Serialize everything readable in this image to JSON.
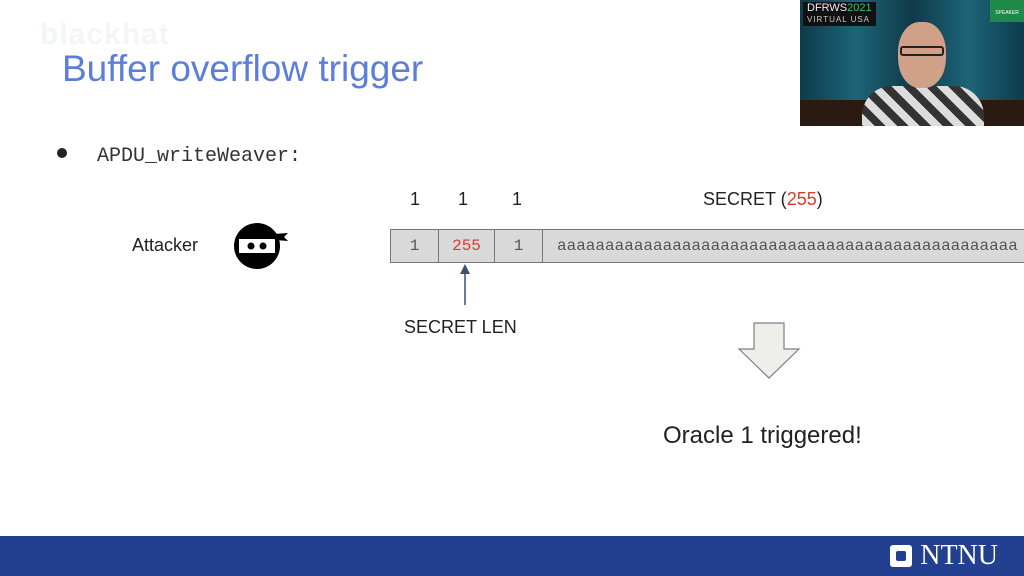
{
  "slide": {
    "watermark": "blackhat",
    "title": "Buffer overflow trigger",
    "bullet": "APDU_writeWeaver:",
    "field_sizes": [
      "1",
      "1",
      "1"
    ],
    "secret_header": {
      "label": "SECRET (",
      "value": "255",
      "close": ")"
    },
    "attacker_label": "Attacker",
    "cells": [
      "1",
      "255",
      "1",
      "aaaaaaaaaaaaaaaaaaaaaaaaaaaaaaaaaaaaaaaaaaaaaaaa"
    ],
    "secret_len_label": "SECRET LEN",
    "result": "Oracle 1 triggered!",
    "footer_logo": "NTNU"
  },
  "webcam": {
    "event": "DFRWS",
    "year": "2021",
    "subtitle": "VIRTUAL USA",
    "badge": "SPEAKER"
  },
  "colors": {
    "title": "#5b7fd8",
    "accent_red": "#d93a2b",
    "footer": "#233f8f"
  }
}
